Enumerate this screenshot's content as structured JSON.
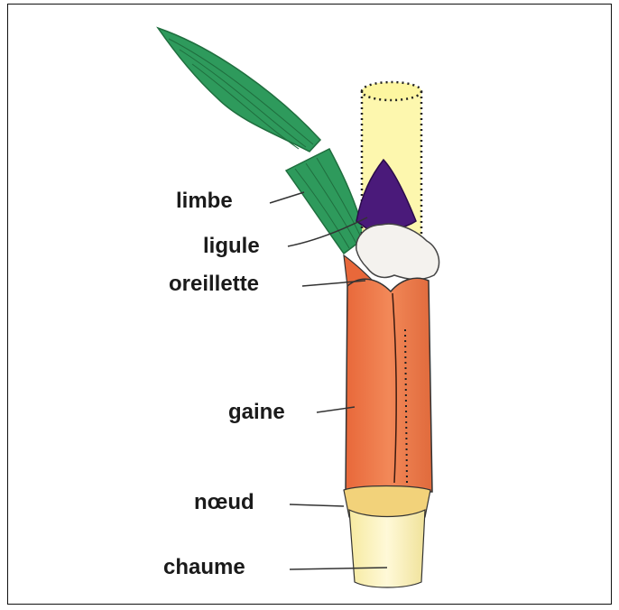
{
  "labels": {
    "limbe": "limbe",
    "ligule": "ligule",
    "oreillette": "oreillette",
    "gaine": "gaine",
    "noeud": "nœud",
    "chaume": "chaume"
  },
  "colors": {
    "leaf_blade": "#2e9a5c",
    "leaf_vein": "#1f6e3e",
    "ligule": "#4a1a7a",
    "auricle": "#f4f2ee",
    "sheath": "#ee7a4a",
    "sheath_shadow": "#d85c32",
    "culm": "#fbf3b8",
    "culm_top": "#fdf6a0",
    "node": "#f2d27a",
    "outline": "#333333"
  },
  "icons": {
    "leaf_blade": "grass-leaf-blade",
    "culm_top": "dotted-cylinder"
  }
}
